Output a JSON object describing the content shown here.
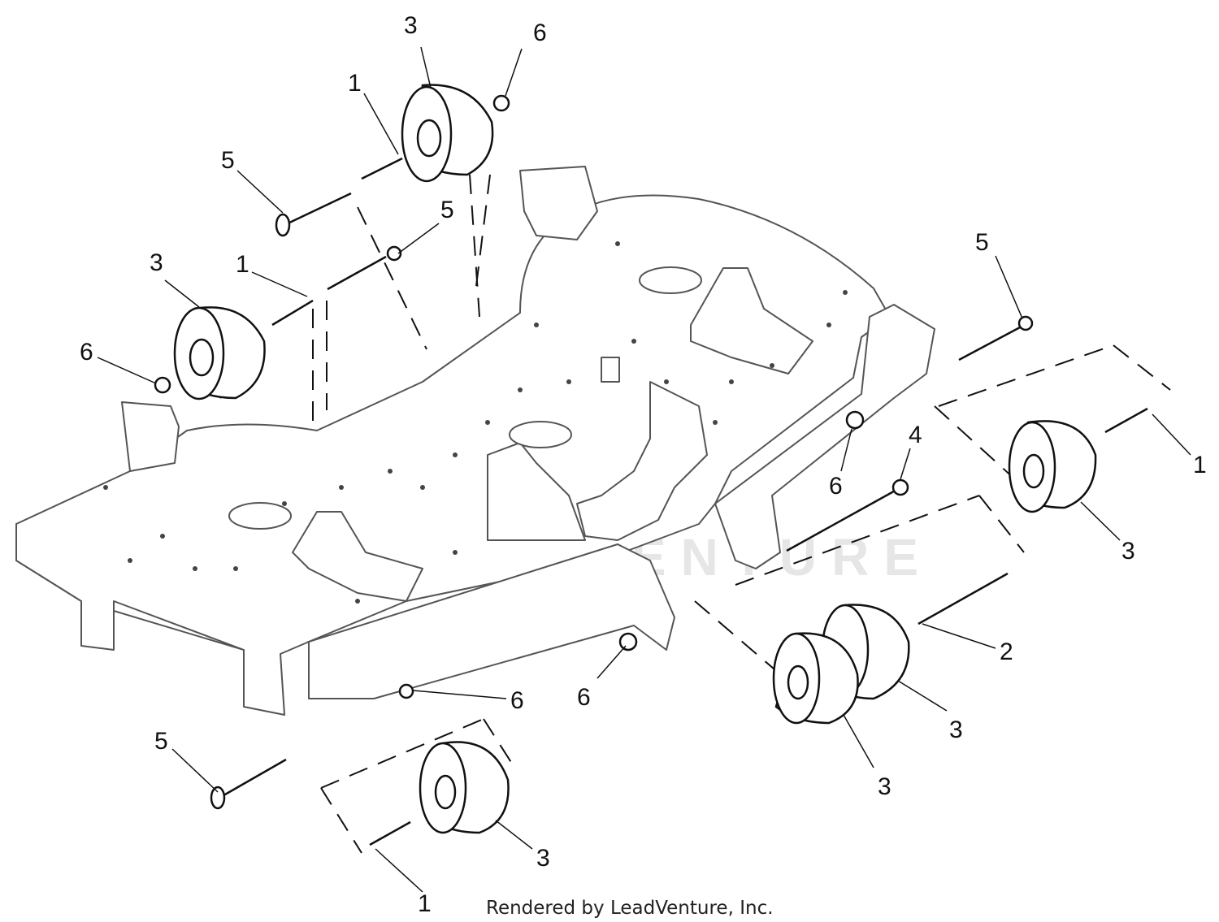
{
  "callouts": [
    "1",
    "1",
    "1",
    "1",
    "2",
    "3",
    "3",
    "3",
    "3",
    "3",
    "3",
    "4",
    "5",
    "5",
    "5",
    "5",
    "6",
    "6",
    "6",
    "6",
    "6"
  ],
  "footer_text": "Rendered by LeadVenture, Inc.",
  "watermark_text": "LEADVENTURE"
}
